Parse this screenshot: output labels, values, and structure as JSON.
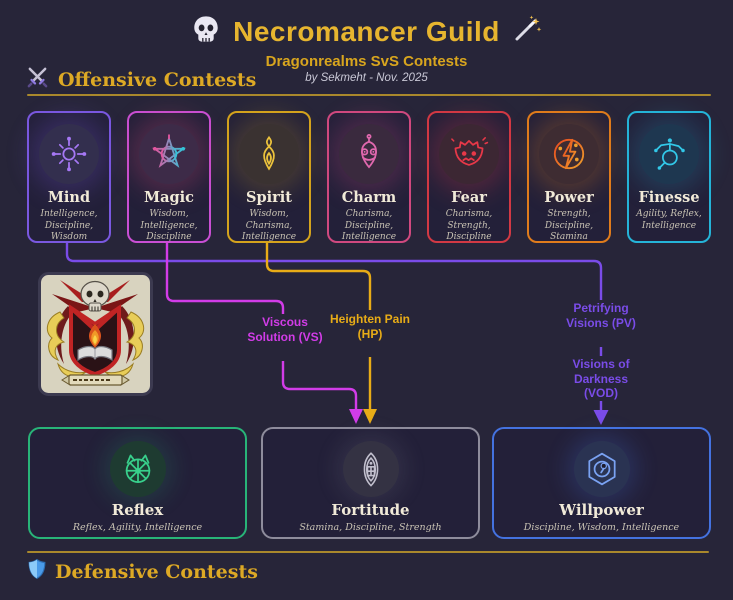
{
  "header": {
    "title": "Necromancer Guild",
    "subtitle": "Dragonrealms SvS Contests",
    "byline": "by Sekmeht -  Nov. 2025",
    "title_icon_left": "skull-icon",
    "title_icon_right": "magic-wand-icon"
  },
  "sections": {
    "offensive": {
      "label": "Offensive Contests",
      "icon": "crossed-swords-icon"
    },
    "defensive": {
      "label": "Defensive Contests",
      "icon": "shield-icon"
    }
  },
  "offensive_cards": [
    {
      "name": "Mind",
      "attributes": "Intelligence, Discipline, Wisdom",
      "color": "#7a58e0",
      "icon": "mind-neuron-icon"
    },
    {
      "name": "Magic",
      "attributes": "Wisdom, Intelligence, Discipline",
      "color": "#c94fd4",
      "icon": "magic-pentagram-icon"
    },
    {
      "name": "Spirit",
      "attributes": "Wisdom, Charisma, Intelligence",
      "color": "#d4a31d",
      "icon": "spirit-flame-icon"
    },
    {
      "name": "Charm",
      "attributes": "Charisma, Discipline, Intelligence",
      "color": "#d0497f",
      "icon": "charm-face-icon"
    },
    {
      "name": "Fear",
      "attributes": "Charisma, Strength, Discipline",
      "color": "#d23944",
      "icon": "fear-face-icon"
    },
    {
      "name": "Power",
      "attributes": "Strength, Discipline, Stamina",
      "color": "#e07c1c",
      "icon": "power-bolt-icon"
    },
    {
      "name": "Finesse",
      "attributes": "Agility, Reflex, Intelligence",
      "color": "#25b4d8",
      "icon": "finesse-acrobat-icon"
    }
  ],
  "defensive_cards": [
    {
      "name": "Reflex",
      "attributes": "Reflex, Agility, Intelligence",
      "color": "#28b478",
      "icon": "reflex-wheel-icon"
    },
    {
      "name": "Fortitude",
      "attributes": "Stamina, Discipline, Strength",
      "color": "#8e8c9c",
      "icon": "fortitude-shield-icon"
    },
    {
      "name": "Willpower",
      "attributes": "Discipline, Wisdom, Intelligence",
      "color": "#4472e0",
      "icon": "willpower-gem-icon"
    }
  ],
  "connections": [
    {
      "label": "Viscous Solution (VS)",
      "from": "Magic",
      "to": "Fortitude",
      "color": "#d23ce8"
    },
    {
      "label": "Heighten Pain (HP)",
      "from": "Spirit",
      "to": "Fortitude",
      "color": "#e8ac17"
    },
    {
      "label": "Petrifying Visions (PV)",
      "from": "Mind",
      "to": "Willpower",
      "color": "#7a4ce8"
    },
    {
      "label": "Visions of Darkness (VOD)",
      "from": "Mind",
      "to": "Willpower",
      "color": "#7a4ce8"
    }
  ],
  "crest": {
    "icon": "necromancer-guild-crest"
  },
  "colors": {
    "background": "#272539",
    "gold_title": "#e7b52f",
    "gold_rule": "#a9882c"
  }
}
